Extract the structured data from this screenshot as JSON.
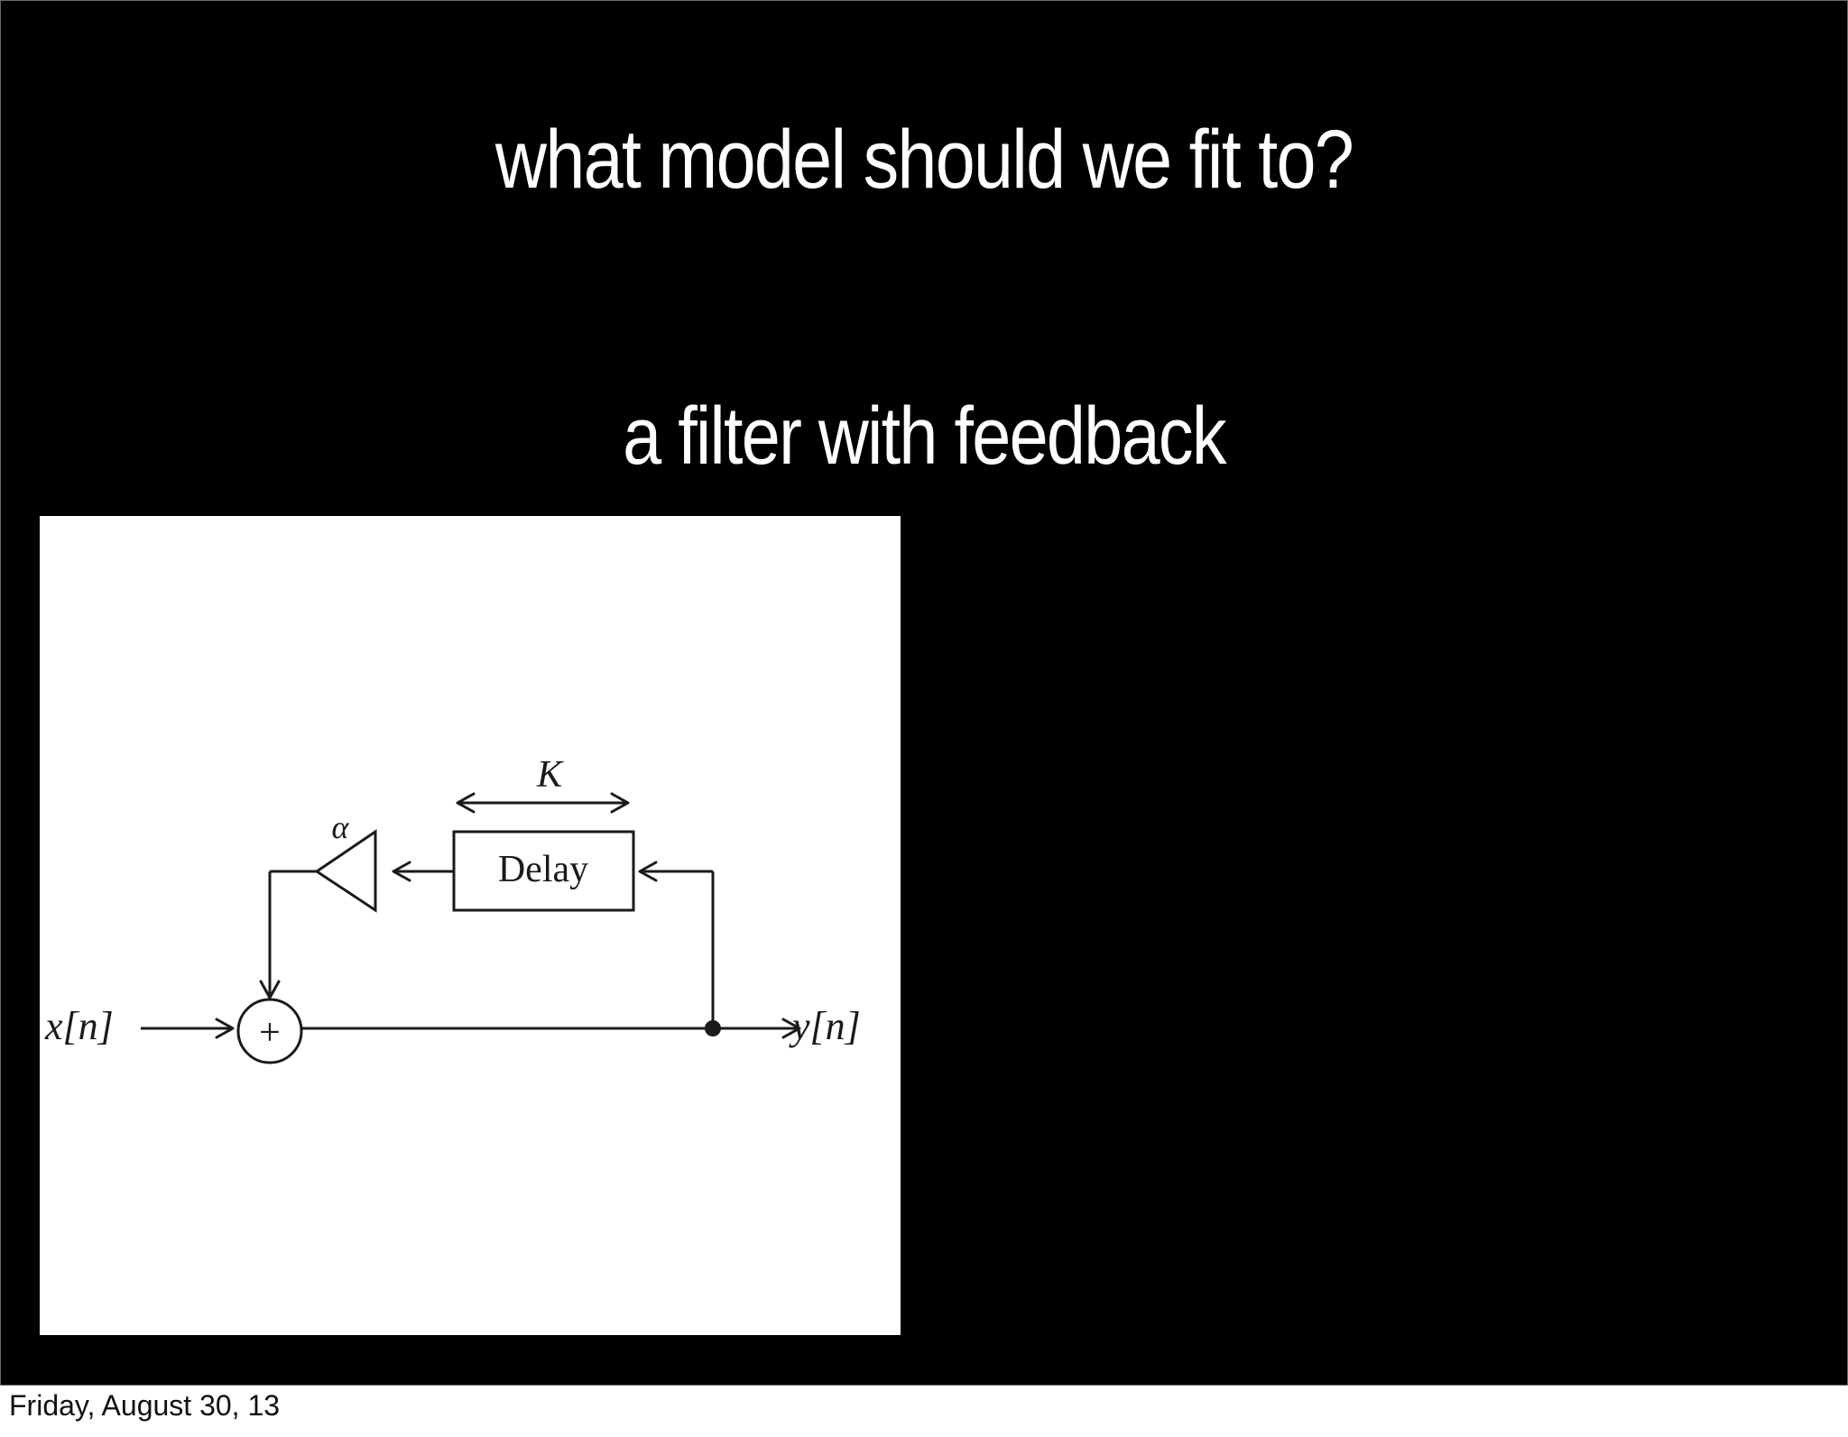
{
  "slide": {
    "title": "what model should we fit to?",
    "subtitle": "a filter with feedback",
    "footer_date": "Friday, August 30, 13"
  },
  "diagram": {
    "input_label": "x[n]",
    "output_label": "y[n]",
    "adder_symbol": "+",
    "delay_label": "Delay",
    "delay_length_label": "K",
    "gain_label": "α"
  },
  "colors": {
    "slide_background": "#000000",
    "slide_text": "#ffffff",
    "figure_background": "#ffffff",
    "figure_ink": "#1a1a1a"
  }
}
